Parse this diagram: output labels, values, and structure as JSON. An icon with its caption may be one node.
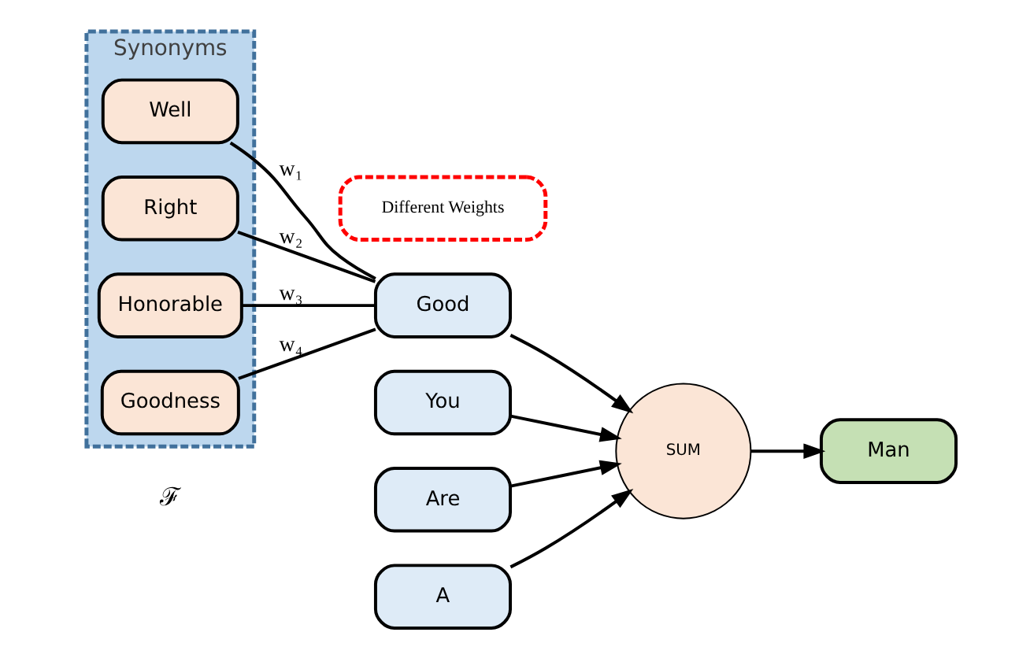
{
  "diagram": {
    "nodes": [
      {
        "text": [
          "Synonyms"
        ]
      },
      {
        "text": [
          "Well"
        ],
        "in": 0
      },
      {
        "text": [
          "Right"
        ],
        "in": 0
      },
      {
        "text": [
          "Honorable"
        ],
        "in": 0
      },
      {
        "text": [
          "Goodness"
        ],
        "in": 0
      },
      {
        "text": [
          "Different Weights"
        ]
      },
      {
        "text": [
          "You"
        ]
      },
      {
        "text": [
          "Are"
        ]
      },
      {
        "text": [
          "A"
        ]
      },
      {
        "text": [
          "Good"
        ]
      },
      {
        "text": [
          "SUM"
        ]
      },
      {
        "text": [
          "Man"
        ]
      }
    ],
    "edges": [
      {
        "from": 1,
        "to": 9,
        "arrow": "none",
        "label": "w₁"
      },
      {
        "from": 2,
        "to": 9,
        "arrow": "none",
        "label": "w₂"
      },
      {
        "from": 3,
        "to": 9,
        "arrow": "none",
        "label": "w₃"
      },
      {
        "from": 4,
        "to": 9,
        "arrow": "none",
        "label": "w₄"
      },
      {
        "from": 6,
        "to": 10,
        "arrow": "to"
      },
      {
        "from": 7,
        "to": 10,
        "arrow": "to"
      },
      {
        "from": 8,
        "to": 10,
        "arrow": "to"
      },
      {
        "from": 9,
        "to": 10,
        "arrow": "to"
      },
      {
        "from": 10,
        "to": 11,
        "arrow": "to"
      }
    ],
    "labels": [
      "ℱ"
    ]
  }
}
